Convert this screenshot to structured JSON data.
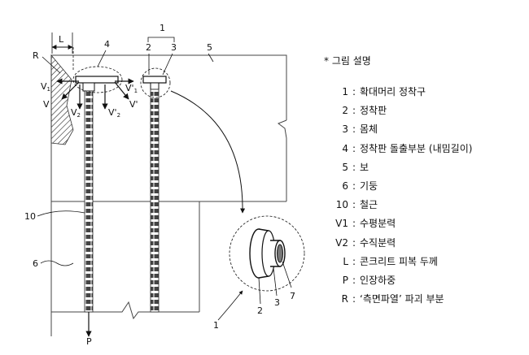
{
  "drawing": {
    "labels": {
      "L": "L",
      "R": "R",
      "one_top": "1",
      "two_top": "2",
      "three_top": "3",
      "four": "4",
      "five": "5",
      "six": "6",
      "ten": "10",
      "V1": "V",
      "V1_sub": "1",
      "V": "V",
      "V2": "V",
      "V2_sub": "2",
      "Vp2": "V'",
      "Vp2_sub": "2",
      "Vp": "V'",
      "Vp1": "V'",
      "Vp1_sub": "1",
      "P": "P",
      "detail_1": "1",
      "detail_2": "2",
      "detail_3": "3",
      "detail_7": "7"
    }
  },
  "legend": {
    "title": "* 그림 설명",
    "items": [
      {
        "key": "1",
        "sep": ":",
        "text": "확대머리 정착구"
      },
      {
        "key": "2",
        "sep": ":",
        "text": "정착판"
      },
      {
        "key": "3",
        "sep": ":",
        "text": "몸체"
      },
      {
        "key": "4",
        "sep": ":",
        "text": "정착판 돌출부분 (내밈길이)"
      },
      {
        "key": "5",
        "sep": ":",
        "text": "보"
      },
      {
        "key": "6",
        "sep": ":",
        "text": "기둥"
      },
      {
        "key": "10",
        "sep": ":",
        "text": "철근"
      },
      {
        "key": "V1",
        "sep": ":",
        "text": "수평분력"
      },
      {
        "key": "V2",
        "sep": ":",
        "text": "수직분력"
      },
      {
        "key": "L",
        "sep": ":",
        "text": "콘크리트 피복 두께"
      },
      {
        "key": "P",
        "sep": ":",
        "text": "인장하중"
      },
      {
        "key": "R",
        "sep": ":",
        "text": "‘측면파열’ 파괴 부분"
      }
    ]
  }
}
